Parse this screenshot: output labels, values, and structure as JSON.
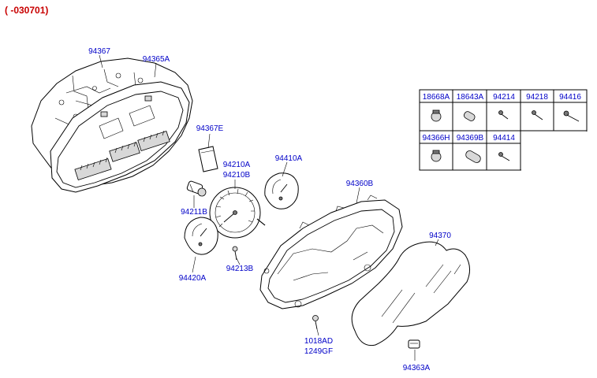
{
  "header": {
    "date_code": "( -030701)"
  },
  "parts": {
    "cluster_case": "94367",
    "cluster_assy": "94365A",
    "connector_plate": "94367E",
    "speedometer_a": "94210A",
    "speedometer_b": "94210B",
    "bulb_socket": "94211B",
    "fuel_gauge": "94410A",
    "temp_gauge": "94420A",
    "screw_gauge": "94213B",
    "front_case": "94360B",
    "glass_window": "94370",
    "knob": "94363A",
    "screw_front_a": "1018AD",
    "screw_front_b": "1249GF"
  },
  "table": {
    "row1": [
      "18668A",
      "18643A",
      "94214",
      "94218",
      "94416"
    ],
    "row2": [
      "94366H",
      "94369B",
      "94414"
    ]
  },
  "colors": {
    "label_color": "#0000c8",
    "date_color": "#c80000",
    "line_color": "#000000"
  }
}
